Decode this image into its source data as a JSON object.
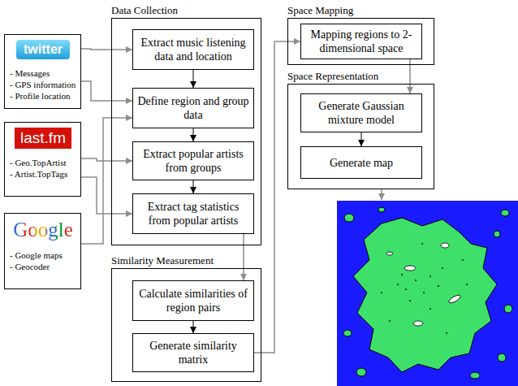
{
  "diagram": {
    "nodes": [
      {
        "text": [
          "twitter",
          "- Messages",
          "- GPS information",
          "- Profile location"
        ]
      },
      {
        "text": [
          "last.fm",
          "- Geo.TopArtist",
          "- Artist.TopTags"
        ]
      },
      {
        "text": [
          "Google",
          "- Google maps",
          "- Geocoder"
        ]
      },
      {
        "text": [
          "Data Collection"
        ]
      },
      {
        "text": [
          "Extract music listening data and location"
        ],
        "in": 3
      },
      {
        "text": [
          "Define region and group data"
        ],
        "in": 3
      },
      {
        "text": [
          "Extract popular artists from groups"
        ],
        "in": 3
      },
      {
        "text": [
          "Extract tag statistics from popular artists"
        ],
        "in": 3
      },
      {
        "text": [
          "Similarity Measurement"
        ]
      },
      {
        "text": [
          "Calculate similarities of region pairs"
        ],
        "in": 8
      },
      {
        "text": [
          "Generate similarity matrix"
        ],
        "in": 8
      },
      {
        "text": [
          "Space Mapping"
        ]
      },
      {
        "text": [
          "Mapping regions to 2-dimensional space"
        ],
        "in": 11
      },
      {
        "text": [
          "Space Representation"
        ]
      },
      {
        "text": [
          "Generate Gaussian mixture model"
        ],
        "in": 13
      },
      {
        "text": [
          "Generate map"
        ],
        "in": 13
      }
    ],
    "edges": [
      {
        "from": 0,
        "to": 4,
        "arrow": "to"
      },
      {
        "from": 0,
        "to": 5,
        "arrow": "to"
      },
      {
        "from": 1,
        "to": 6,
        "arrow": "to"
      },
      {
        "from": 1,
        "to": 7,
        "arrow": "to"
      },
      {
        "from": 2,
        "to": 5,
        "arrow": "to"
      },
      {
        "from": 4,
        "to": 5,
        "arrow": "to"
      },
      {
        "from": 5,
        "to": 6,
        "arrow": "to"
      },
      {
        "from": 6,
        "to": 7,
        "arrow": "to"
      },
      {
        "from": 7,
        "to": 9,
        "arrow": "to"
      },
      {
        "from": 9,
        "to": 10,
        "arrow": "to"
      },
      {
        "from": 10,
        "to": 12,
        "arrow": "to"
      },
      {
        "from": 12,
        "to": 14,
        "arrow": "to"
      },
      {
        "from": 14,
        "to": 15,
        "arrow": "to"
      }
    ]
  }
}
